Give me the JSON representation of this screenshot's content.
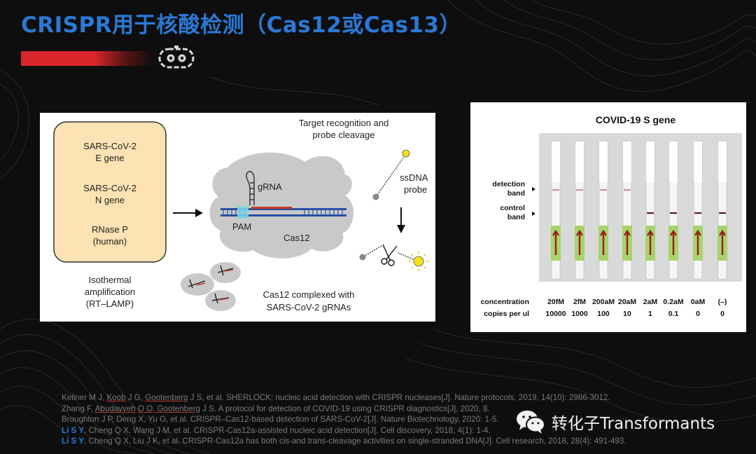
{
  "title": "CRISPR用于核酸检测（Cas12或Cas13）",
  "left_figure": {
    "box_line1": "SARS-CoV-2",
    "box_line2": "E gene",
    "box_line3": "SARS-CoV-2",
    "box_line4": "N gene",
    "box_line5": "RNase P",
    "box_line6": "(human)",
    "iso_line1": "Isothermal",
    "iso_line2": "amplification",
    "iso_line3": "(RT–LAMP)",
    "target_line1": "Target recognition and",
    "target_line2": "probe cleavage",
    "grna": "gRNA",
    "pam": "PAM",
    "cas12": "Cas12",
    "ssdna_line1": "ssDNA",
    "ssdna_line2": "probe",
    "complex_line1": "Cas12 complexed with",
    "complex_line2": "SARS-CoV-2 gRNAs"
  },
  "right_figure": {
    "title": "COVID-19 S gene",
    "detection_line1": "detection",
    "detection_line2": "band",
    "control_line1": "control",
    "control_line2": "band",
    "row1_label": "concentration",
    "row2_label": "copies per ul",
    "concentrations": [
      "20fM",
      "2fM",
      "200aM",
      "20aM",
      "2aM",
      "0.2aM",
      "0aM",
      "(–)"
    ],
    "copies": [
      "10000",
      "1000",
      "100",
      "10",
      "1",
      "0.1",
      "0",
      "0"
    ]
  },
  "references": [
    {
      "pre": "Kellner M J, ",
      "u1": "Koob",
      " mid1": "",
      "mid1": " J G, ",
      "u2": "Gootenberg",
      "post": " J S, et al. SHERLOCK: nucleic acid detection with CRISPR nucleases[J]. Nature protocols, 2019, 14(10): 2986-3012."
    },
    {
      "pre": "Zhang F, ",
      "u1": "Abudayyeh",
      "mid1": " ",
      "u2": "O O, Gootenberg",
      "post": " J S. A protocol for detection of COVID-19 using CRISPR diagnostics[J], 2020, 8."
    },
    {
      "pre": "",
      "u1": "",
      "mid1": "",
      "u2": "",
      "post": "Broughton J P, Deng X, Yu G, et al. CRISPR–Cas12-based detection of SARS-CoV-2[J]. Nature Biotechnology, 2020: 1-5."
    },
    {
      "au": "Li S Y",
      "post": ", Cheng Q X, Wang J M, et al. CRISPR-Cas12a-assisted nucleic acid detection[J]. Cell discovery, 2018, 4(1): 1-4."
    },
    {
      "au": "Li S Y",
      "post": ", Cheng Q X, Liu J K, et al. CRISPR-Cas12a has both cis-and trans-cleavage activities on single-stranded DNA[J]. Cell research, 2018, 28(4): 491-493."
    }
  ],
  "watermark": "转化子Transformants",
  "icons": [
    "robot-icon",
    "wechat-icon",
    "scissors-icon"
  ],
  "colors": {
    "title": "#2a79d6",
    "accent_bar": "#d9262a",
    "box_fill": "#fde3b3",
    "background": "#0e0e0e"
  }
}
